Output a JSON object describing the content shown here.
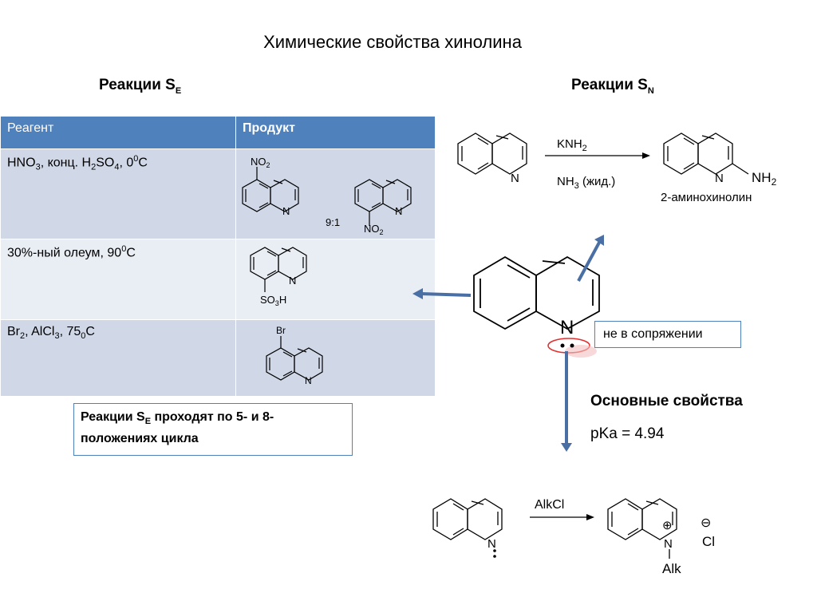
{
  "title": "Химические свойства хинолина",
  "se_heading": {
    "text": "Реакции S",
    "sub": "E"
  },
  "sn_heading": {
    "text": "Реакции S",
    "sub": "N"
  },
  "table": {
    "header_reagent": "Реагент",
    "header_product": "Продукт",
    "row1": {
      "p1": "HNO",
      "s1": "3",
      "p2": ", конц. H",
      "s2": "2",
      "p3": "SO",
      "s3": "4",
      "p4": ", 0",
      "sup": "0",
      "p5": "C"
    },
    "row2": {
      "p1": "30%-ный олеум, 90",
      "sup": "0",
      "p2": "C"
    },
    "row3": {
      "p1": "Br",
      "s1": "2",
      "p2": ", AlCl",
      "s2": "3",
      "p3": ", 75",
      "s3": "0",
      "p4": "C"
    },
    "prod1": {
      "no2_top": "NO",
      "no2_sub": "2",
      "n1": "N",
      "ratio": "9:1",
      "n2": "N",
      "no2_bottom": "NO",
      "no2_bottom_sub": "2"
    },
    "prod2": {
      "n": "N",
      "so3h_a": "SO",
      "so3h_sub": "3",
      "so3h_b": "H"
    },
    "prod3": {
      "br": "Br",
      "n": "N"
    }
  },
  "note": {
    "p1": "Реакции S",
    "sub": "E",
    "p2": " проходят по 5- и 8-положениях цикла"
  },
  "sn_reaction": {
    "reagent_top": "KNH",
    "reagent_top_sub": "2",
    "reagent_bottom": "NH",
    "reagent_bottom_sub": "3",
    "reagent_bottom_rest": " (жид.)",
    "n1": "N",
    "n2": "N",
    "nh2": "NH",
    "nh2_sub": "2",
    "product_name": "2-аминохинолин"
  },
  "center": {
    "n": "N",
    "conjugation_label": "не в сопряжении"
  },
  "basic": {
    "title": "Основные свойства",
    "pka": "pKa = 4.94"
  },
  "alkylation": {
    "reagent": "AlkCl",
    "n1": "N",
    "n2": "N",
    "plus": "⊕",
    "minus": "⊖",
    "cl": "Cl",
    "alk": "Alk"
  },
  "colors": {
    "table_header": "#4f81bd",
    "row_odd": "#d0d8e8",
    "row_even": "#e9edf4",
    "arrow": "#4a6fa5",
    "ellipse": "#e03030"
  }
}
